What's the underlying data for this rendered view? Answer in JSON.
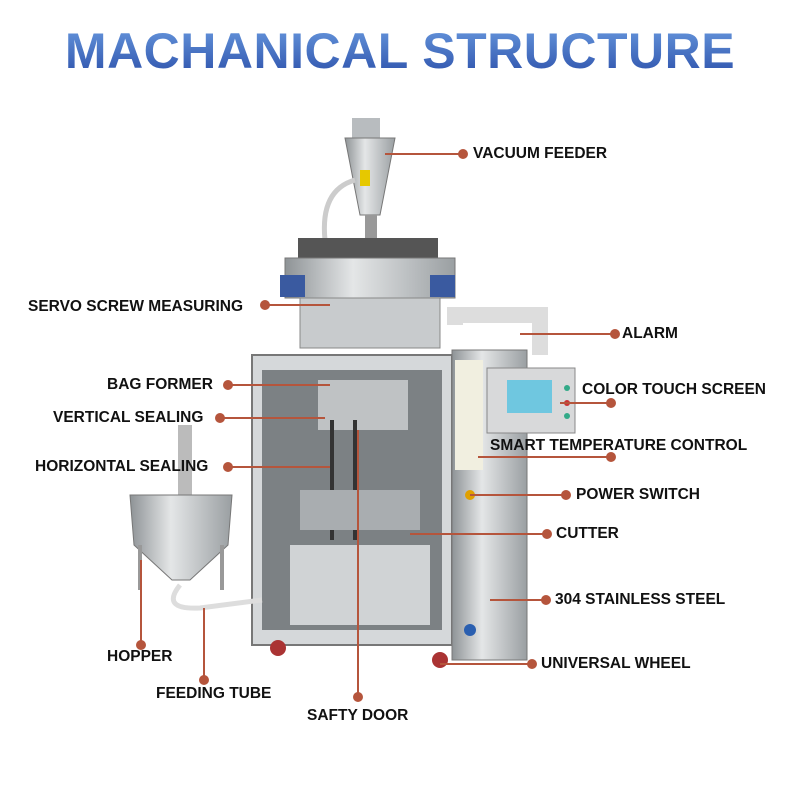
{
  "title": "MACHANICAL STRUCTURE",
  "colors": {
    "leader": "#b5553c",
    "title_top": "#6a9be0",
    "title_bottom": "#2a4ea8"
  },
  "labels": {
    "vacuum_feeder": "VACUUM FEEDER",
    "servo_screw_measuring": "SERVO SCREW MEASURING",
    "alarm": "ALARM",
    "bag_former": "BAG FORMER",
    "color_touch_screen": "COLOR TOUCH SCREEN",
    "vertical_sealing": "VERTICAL SEALING",
    "smart_temperature_control": "SMART TEMPERATURE CONTROL",
    "horizontal_sealing": "HORIZONTAL SEALING",
    "power_switch": "POWER SWITCH",
    "cutter": "CUTTER",
    "stainless_steel": "304 STAINLESS STEEL",
    "universal_wheel": "UNIVERSAL WHEEL",
    "hopper": "HOPPER",
    "feeding_tube": "FEEDING TUBE",
    "safty_door": "SAFTY DOOR"
  }
}
